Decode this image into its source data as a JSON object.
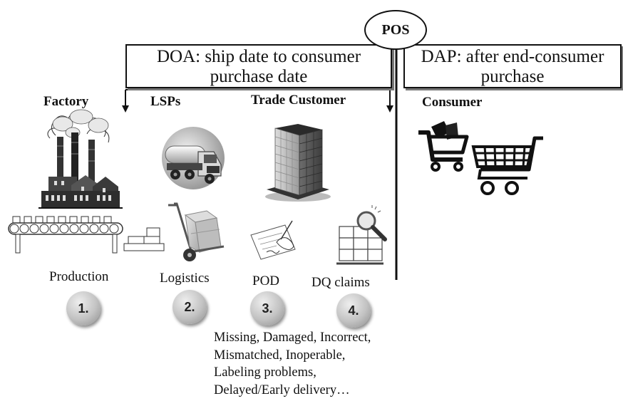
{
  "pos_label": "POS",
  "doa": {
    "line1": "DOA: ship date to consumer",
    "line2": "purchase date"
  },
  "dap": {
    "line1": "DAP: after end-consumer",
    "line2": "purchase"
  },
  "actors": {
    "factory": "Factory",
    "lsps": "LSPs",
    "trade_customer": "Trade Customer",
    "consumer": "Consumer"
  },
  "steps": [
    {
      "label": "Production",
      "number": "1."
    },
    {
      "label": "Logistics",
      "number": "2."
    },
    {
      "label": "POD",
      "number": "3."
    },
    {
      "label": "DQ claims",
      "number": "4."
    }
  ],
  "problems": [
    "Missing, Damaged, Incorrect,",
    "Mismatched, Inoperable,",
    "Labeling problems,",
    "Delayed/Early delivery…"
  ],
  "colors": {
    "line": "#111111",
    "step_circle": "#c2c2c2",
    "shadow": "#777777"
  },
  "icons": [
    "factory-icon",
    "conveyor-icon",
    "truck-icon",
    "office-building-icon",
    "hand-truck-icon",
    "signing-hand-icon",
    "boxes-magnifier-icon",
    "shopping-cart-icon"
  ]
}
